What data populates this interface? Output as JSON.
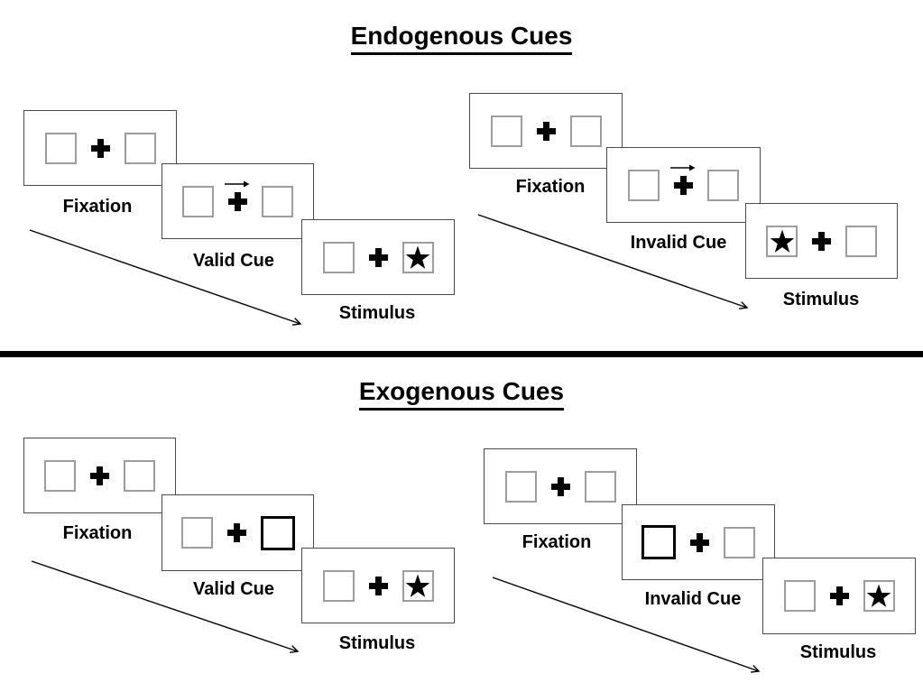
{
  "colors": {
    "ink": "#000000",
    "panel_border": "#4a4a4a",
    "box_border": "#9d9d9d",
    "background": "#ffffff"
  },
  "sections": [
    {
      "title": "Endogenous Cues",
      "groups": [
        {
          "name": "valid-cue-sequence",
          "panels": [
            {
              "label": "Fixation",
              "left_box": "empty",
              "center": "fixation-cross",
              "right_box": "empty"
            },
            {
              "label": "Valid Cue",
              "left_box": "empty",
              "center": "fixation-cross",
              "cue": "arrow-pointing-right-above-cross",
              "right_box": "empty"
            },
            {
              "label": "Stimulus",
              "left_box": "empty",
              "center": "fixation-cross",
              "right_box": "filled-star"
            }
          ]
        },
        {
          "name": "invalid-cue-sequence",
          "panels": [
            {
              "label": "Fixation",
              "left_box": "empty",
              "center": "fixation-cross",
              "right_box": "empty"
            },
            {
              "label": "Invalid Cue",
              "left_box": "empty",
              "center": "fixation-cross",
              "cue": "arrow-pointing-right-above-cross",
              "right_box": "empty"
            },
            {
              "label": "Stimulus",
              "left_box": "filled-star",
              "center": "fixation-cross",
              "right_box": "empty"
            }
          ]
        }
      ]
    },
    {
      "title": "Exogenous Cues",
      "groups": [
        {
          "name": "valid-cue-sequence",
          "panels": [
            {
              "label": "Fixation",
              "left_box": "empty",
              "center": "fixation-cross",
              "right_box": "empty"
            },
            {
              "label": "Valid Cue",
              "left_box": "empty",
              "center": "fixation-cross",
              "cue": "right-box-highlighted-bold",
              "right_box": "bold-outline"
            },
            {
              "label": "Stimulus",
              "left_box": "empty",
              "center": "fixation-cross",
              "right_box": "filled-star"
            }
          ]
        },
        {
          "name": "invalid-cue-sequence",
          "panels": [
            {
              "label": "Fixation",
              "left_box": "empty",
              "center": "fixation-cross",
              "right_box": "empty"
            },
            {
              "label": "Invalid Cue",
              "left_box": "bold-outline",
              "center": "fixation-cross",
              "cue": "left-box-highlighted-bold",
              "right_box": "empty"
            },
            {
              "label": "Stimulus",
              "left_box": "empty",
              "center": "fixation-cross",
              "right_box": "filled-star"
            }
          ]
        }
      ]
    }
  ]
}
